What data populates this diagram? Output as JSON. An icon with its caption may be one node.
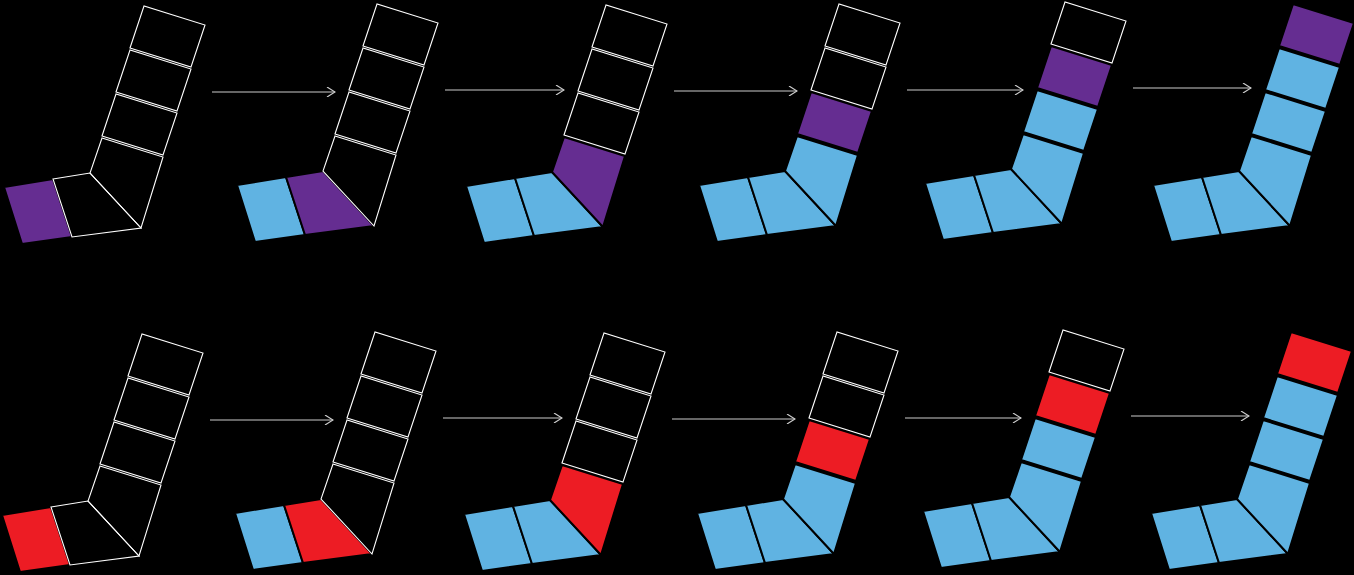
{
  "diagram": {
    "nodes": [
      {
        "text": [],
        "shape": "picture"
      },
      {
        "text": [],
        "shape": "picture"
      },
      {
        "text": [],
        "shape": "picture"
      },
      {
        "text": [],
        "shape": "picture"
      },
      {
        "text": [],
        "shape": "picture"
      },
      {
        "text": [],
        "shape": "picture"
      },
      {
        "text": [],
        "shape": "picture"
      },
      {
        "text": [],
        "shape": "picture"
      },
      {
        "text": [],
        "shape": "picture"
      },
      {
        "text": [],
        "shape": "picture"
      },
      {
        "text": [],
        "shape": "picture"
      },
      {
        "text": [],
        "shape": "picture"
      }
    ],
    "edges": [
      {
        "from": 0,
        "to": 1,
        "arrow": "to"
      },
      {
        "from": 1,
        "to": 2,
        "arrow": "to"
      },
      {
        "from": 2,
        "to": 3,
        "arrow": "to"
      },
      {
        "from": 3,
        "to": 4,
        "arrow": "to"
      },
      {
        "from": 4,
        "to": 5,
        "arrow": "to"
      },
      {
        "from": 6,
        "to": 7,
        "arrow": "to"
      },
      {
        "from": 7,
        "to": 8,
        "arrow": "to"
      },
      {
        "from": 8,
        "to": 9,
        "arrow": "to"
      },
      {
        "from": 9,
        "to": 10,
        "arrow": "to"
      },
      {
        "from": 10,
        "to": 11,
        "arrow": "to"
      }
    ]
  }
}
